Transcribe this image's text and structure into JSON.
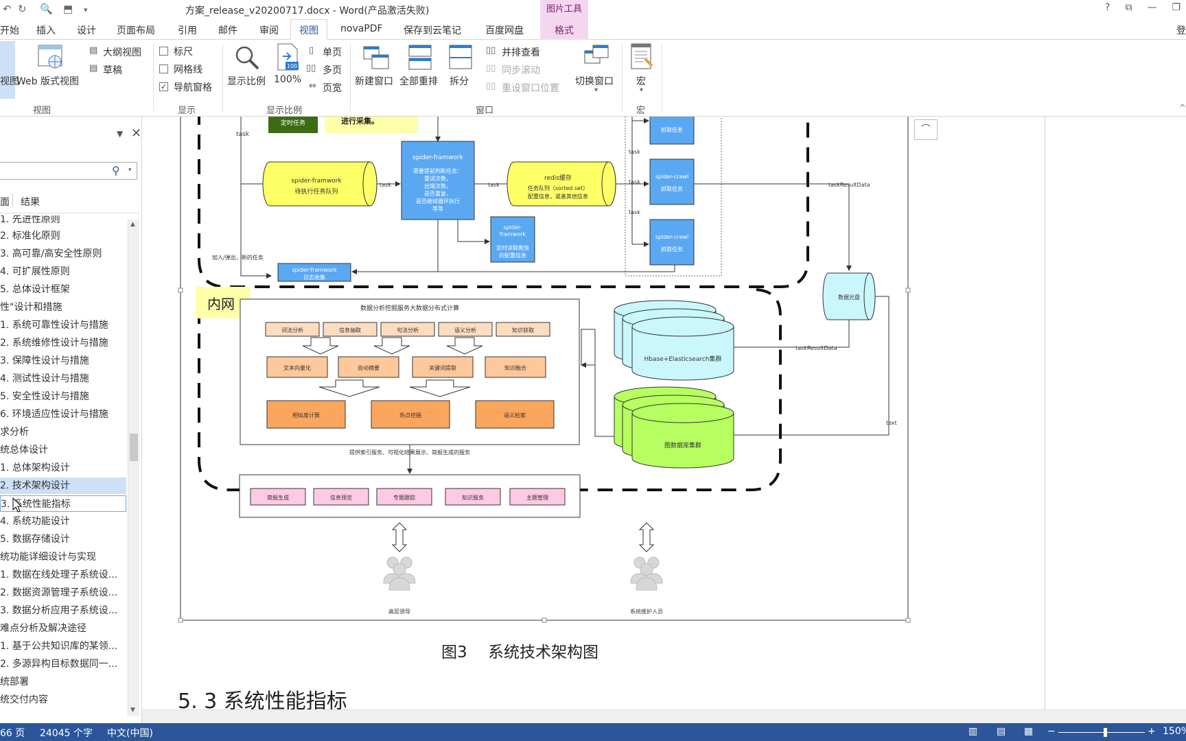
{
  "window": {
    "title": "方案_release_v20200717.docx - Word(产品激活失败)",
    "contextual_group": "图片工具",
    "controls": [
      "?",
      "□",
      "—",
      "□"
    ]
  },
  "tabs": [
    "开始",
    "插入",
    "设计",
    "页面布局",
    "引用",
    "邮件",
    "审阅",
    "视图",
    "novaPDF",
    "保存到云笔记",
    "百度网盘",
    "格式"
  ],
  "active_tab": "视图",
  "signin_label": "登",
  "ribbon": {
    "views": {
      "read_mode": "视图",
      "web_layout": "Web 版式视图",
      "outline": "大纲视图",
      "draft": "草稿",
      "group": "视图"
    },
    "show": {
      "ruler": "标尺",
      "gridlines": "网格线",
      "nav_pane": "导航窗格",
      "nav_pane_checked": true,
      "group": "显示"
    },
    "zoom": {
      "zoom": "显示比例",
      "hundred": "100%",
      "icon_badge": "100",
      "one_page": "单页",
      "multi_page": "多页",
      "page_width": "页宽",
      "group": "显示比例"
    },
    "window": {
      "new_window": "新建窗口",
      "arrange_all": "全部重排",
      "split": "拆分",
      "side_by_side": "并排查看",
      "sync_scroll": "同步滚动",
      "reset_position": "重设窗口位置",
      "switch_windows": "切换窗口",
      "group": "窗口"
    },
    "macros": {
      "macros": "宏",
      "group": "宏"
    }
  },
  "nav": {
    "tab_headings": "面",
    "tab_results": "结果",
    "items": [
      "1. 先进性原则",
      "2. 标准化原则",
      "3. 高可靠/高安全性原则",
      "4. 可扩展性原则",
      "5. 总体设计框架",
      "性\"设计和措施",
      "1. 系统可靠性设计与措施",
      "2. 系统维修性设计与措施",
      "3. 保障性设计与措施",
      "4. 测试性设计与措施",
      "5. 安全性设计与措施",
      "6. 环境适应性设计与措施",
      "求分析",
      "统总体设计",
      "1. 总体架构设计",
      "2. 技术架构设计",
      "3. 系统性能指标",
      "4. 系统功能设计",
      "5. 数据存储设计",
      "统功能详细设计与实现",
      "1. 数据在线处理子系统设...",
      "2. 数据资源管理子系统设...",
      "3. 数据分析应用子系统设...",
      "难点分析及解决途径",
      "1. 基于公共知识库的某领...",
      "2. 多源异构目标数据同一...",
      "统部署",
      "统交付内容"
    ],
    "selected_index": 15,
    "hover_index": 16
  },
  "figure": {
    "intranet": "内网",
    "timed_task": "定时任务",
    "collect_note": "进行采集。",
    "task": "task",
    "queue_title": "spider-framwork",
    "queue_sub": "待执行任务队列",
    "fw_title": "spider-framwork",
    "fw_lines": [
      "需要提前判断任务：",
      "重试次数，",
      "出错次数，",
      "是否重复，",
      "是否继续循环执行",
      "等等"
    ],
    "redis_title": "redis缓存",
    "redis_lines": [
      "任务队列（sorted set）",
      "配置信息，或者其他信息"
    ],
    "crawl_title": "spider-crawl",
    "crawl_sub": "抓取任务",
    "cfg_title_1": "spider-",
    "cfg_title_2": "framwork",
    "cfg_sub_1": "定时读取爬虫",
    "cfg_sub_2": "的配置信息",
    "add_pop": "加入/弹出，新的任务",
    "log_title": "spider-framwork",
    "log_sub": "日志收集",
    "task_result": "taskResultData",
    "disk": "数据光盘",
    "text_label": "text",
    "analysis_title": "数据分析挖掘服务大数据分布式计算",
    "row1": [
      "词法分析",
      "信息抽取",
      "句法分析",
      "语义分析",
      "知识获取"
    ],
    "row2": [
      "文本向量化",
      "自动摘要",
      "关键词提取",
      "知识融合"
    ],
    "row3": [
      "相似度计算",
      "热点挖掘",
      "语义检索"
    ],
    "hbase": "Hbase+Elasticsearch集群",
    "graphdb": "图数据库集群",
    "provide": "提供索引服务、可视化结果展示、简报生成的服务",
    "services": [
      "简报生成",
      "信息预览",
      "专题跟踪",
      "知识服务",
      "主题管理"
    ],
    "user1": "高层领导",
    "user2": "系统维护人员",
    "caption": "图3　 系统技术架构图"
  },
  "next_heading": "5. 3  系统性能指标",
  "status": {
    "page": "66 页",
    "words": "24045 个字",
    "lang": "中文(中国)",
    "zoom": "150%",
    "minus": "−",
    "plus": "+"
  },
  "colors": {
    "word_blue": "#2b579a",
    "format_pink": "#f3d7ef",
    "yellow": "#ffff66",
    "blue_box": "#5ba8f2",
    "cyan": "#c9f7fb",
    "green_db": "#b7ff60",
    "orange_light": "#fddcc0",
    "orange_mid": "#ffc89a",
    "orange_dark": "#fba65e",
    "pink": "#fcc9e6"
  }
}
